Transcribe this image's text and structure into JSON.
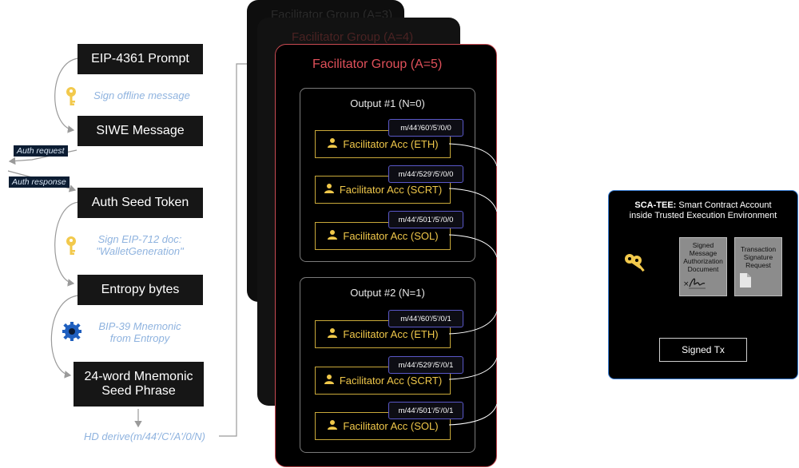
{
  "flow": {
    "eip4361": "EIP-4361 Prompt",
    "sign_offline": "Sign offline message",
    "siwe": "SIWE Message",
    "auth_request": "Auth request",
    "auth_response": "Auth response",
    "auth_seed": "Auth Seed Token",
    "sign_eip712_line1": "Sign EIP-712 doc:",
    "sign_eip712_line2": "\"WalletGeneration\"",
    "entropy": "Entropy bytes",
    "bip39_line1": "BIP-39 Mnemonic",
    "bip39_line2": "from Entropy",
    "mnemonic_line1": "24-word Mnemonic",
    "mnemonic_line2": "Seed Phrase",
    "hd_derive": "HD derive(m/44'/C'/A'/0/N)"
  },
  "groups": {
    "back_title": "Facilitator Group (A=3)",
    "mid_title": "Facilitator Group (A=4)",
    "front_title": "Facilitator Group (A=5)"
  },
  "outputs": [
    {
      "title": "Output #1  (N=0)",
      "accounts": [
        {
          "label": "Facilitator Acc (ETH)",
          "path": "m/44'/60'/5'/0/0"
        },
        {
          "label": "Facilitator Acc (SCRT)",
          "path": "m/44'/529'/5'/0/0"
        },
        {
          "label": "Facilitator Acc (SOL)",
          "path": "m/44'/501'/5'/0/0"
        }
      ]
    },
    {
      "title": "Output #2  (N=1)",
      "accounts": [
        {
          "label": "Facilitator Acc (ETH)",
          "path": "m/44'/60'/5'/0/1"
        },
        {
          "label": "Facilitator Acc (SCRT)",
          "path": "m/44'/529'/5'/0/1"
        },
        {
          "label": "Facilitator Acc (SOL)",
          "path": "m/44'/501'/5'/0/1"
        }
      ]
    }
  ],
  "tee": {
    "title_bold": "SCA-TEE:",
    "title_rest": " Smart Contract Account",
    "title_line2": "inside Trusted Execution Environment",
    "doc1": [
      "Signed",
      "Message",
      "Authorization",
      "Document"
    ],
    "doc2": [
      "Transaction",
      "Signature",
      "Request"
    ],
    "signed_tx": "Signed Tx"
  },
  "colors": {
    "accent_red": "#e0505a",
    "gold": "#f0c84a",
    "note_blue": "#8fb3df",
    "tee_border": "#3b7fd6"
  },
  "icons": [
    "key-icon",
    "gear-icon",
    "user-icon",
    "signature-icon",
    "file-icon",
    "keys-icon"
  ]
}
